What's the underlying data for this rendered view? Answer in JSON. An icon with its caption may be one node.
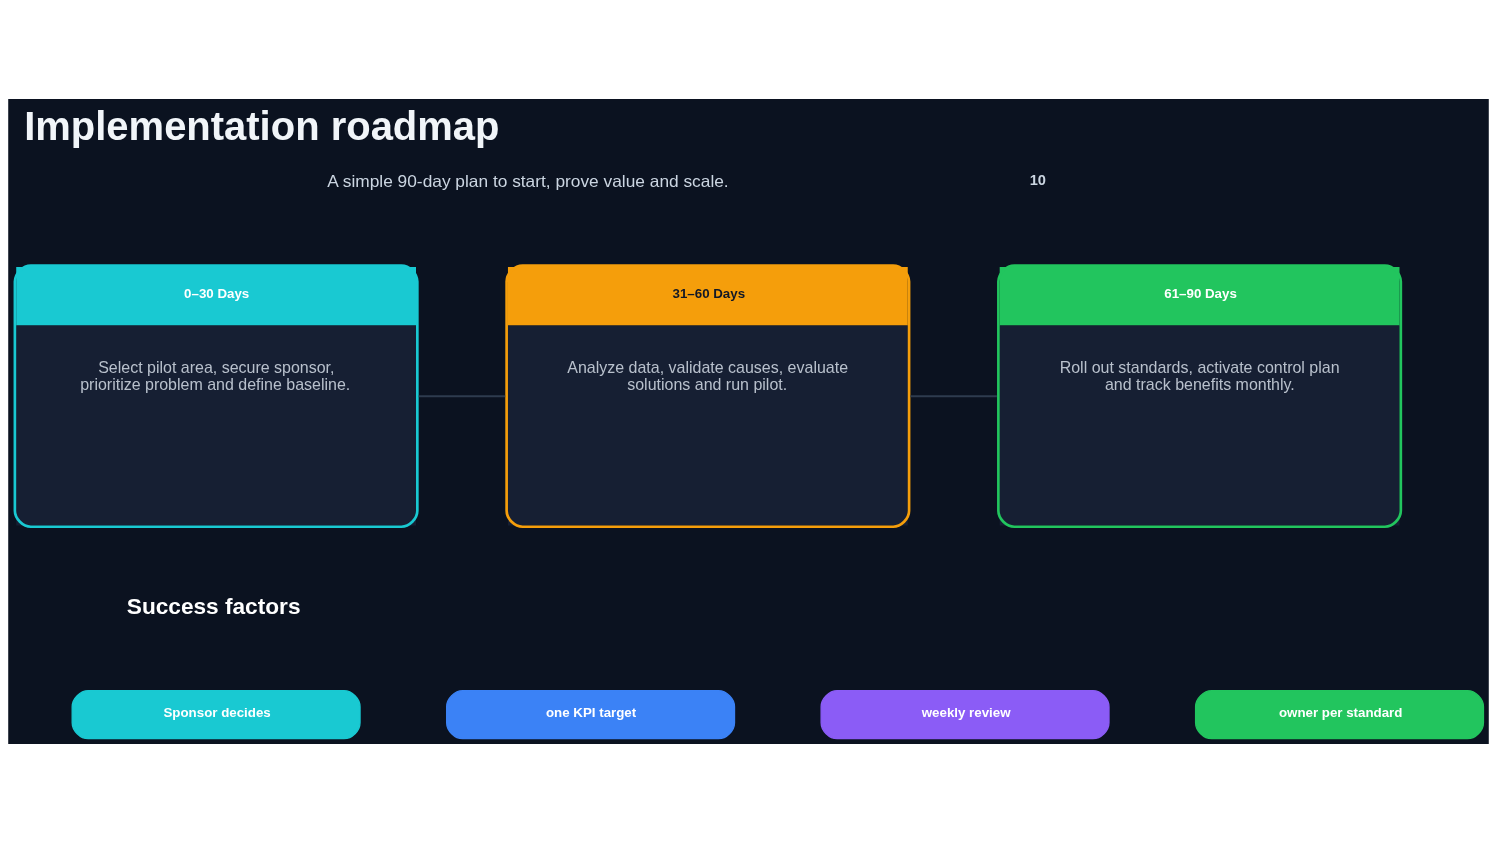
{
  "diagram": {
    "title": "Implementation roadmap",
    "nodes": [
      {
        "text": [
          "0–30 Days",
          "Select pilot area, secure sponsor, prioritize problem and define baseline."
        ]
      },
      {
        "text": [
          "31–60 Days",
          "Analyze data, validate causes, evaluate solutions and run pilot."
        ]
      },
      {
        "text": [
          "61–90 Days",
          "Roll out standards, activate control plan and track benefits monthly."
        ]
      },
      {
        "text": [
          "Sponsor decides"
        ]
      },
      {
        "text": [
          "one KPI target"
        ]
      },
      {
        "text": [
          "weekly review"
        ]
      },
      {
        "text": [
          "owner per standard"
        ]
      }
    ],
    "edges": [
      {
        "from": 0,
        "to": 1,
        "arrow": "none"
      },
      {
        "from": 1,
        "to": 2,
        "arrow": "none"
      }
    ],
    "labels": [
      "10",
      "A simple 90-day plan to start, prove value and scale.",
      "Success factors"
    ]
  }
}
